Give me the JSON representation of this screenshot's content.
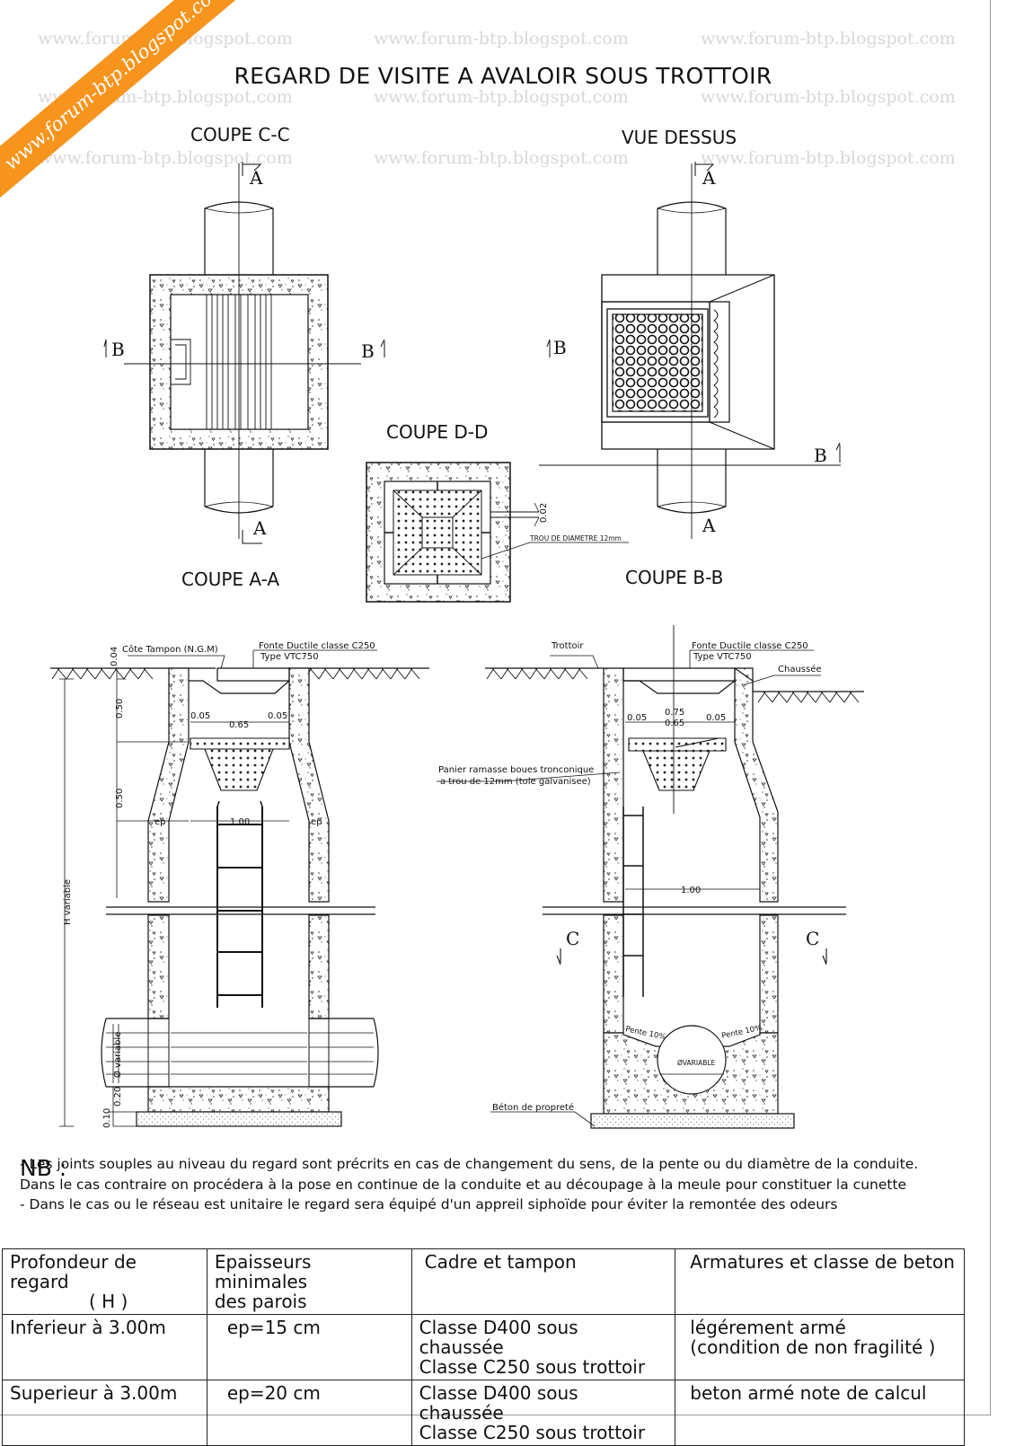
{
  "watermark": "www.forum-btp.blogspot.com",
  "corner_banner": "www.forum-btp.blogspot.com",
  "title": "REGARD DE VISITE A  AVALOIR SOUS TROTTOIR",
  "views": {
    "coupe_cc": "COUPE C-C",
    "vue_dessus": "VUE DESSUS",
    "coupe_dd": "COUPE D-D",
    "coupe_aa": "COUPE A-A",
    "coupe_bb": "COUPE B-B"
  },
  "section_markers": {
    "a": "A",
    "b": "B",
    "c": "C"
  },
  "dd_annotations": {
    "thickness": "0.02",
    "hole": "TROU DE DIAMETRE 12mm"
  },
  "aa_annotations": {
    "cote_tampon": "Côte Tampon (N.G.M)",
    "fonte": "Fonte Ductile classe C250",
    "type": "Type VTC750",
    "dim_004": "0.04",
    "dim_050": "0.50",
    "dim_005_left": "0.05",
    "dim_065": "0.65",
    "dim_005_right": "0.05",
    "dim_050b": "0.50",
    "ep_left": "ep",
    "dim_100": "1.00",
    "ep_right": "ep",
    "h_variable": "H variable",
    "d_variable": "Ø variable",
    "dim_020": "0.20",
    "dim_010": "0.10"
  },
  "bb_annotations": {
    "trottoir": "Trottoir",
    "fonte": "Fonte Ductile classe C250",
    "type": "Type VTC750",
    "chaussee": "Chaussée",
    "dim_075": "0.75",
    "dim_005_left": "0.05",
    "dim_065": "0.65",
    "dim_005_right": "0.05",
    "panier_1": "Panier ramasse boues tronconique",
    "panier_2": "a trou de 12mm (tole galvanisee)",
    "dim_100": "1.00",
    "pente_left": "Pente 10%",
    "pente_right": "Pente 10%",
    "ovariable": "ØVARIABLE",
    "beton": "Béton de propreté"
  },
  "nb": {
    "title": "NB :",
    "lines": [
      "- Les joints souples au niveau du regard sont précrits en cas de changement du sens, de la pente ou du diamètre de la conduite.",
      "   Dans le cas contraire on procédera à la pose en continue de la conduite et au découpage à la  meule pour constituer  la cunette",
      "- Dans le cas ou le réseau est unitaire le regard sera équipé d'un appreil siphoïde pour éviter la remontée des odeurs"
    ]
  },
  "table": {
    "headers": [
      "Profondeur de regard",
      "( H )",
      "Epaisseurs minimales",
      "des parois",
      "Cadre et tampon",
      "Armatures et classe de beton"
    ],
    "rows": [
      [
        "Inferieur à 3.00m",
        "ep=15 cm",
        "Classe D400 sous chaussée",
        "Classe C250 sous trottoir",
        "légérement armé",
        "(condition de non fragilité )"
      ],
      [
        "Superieur à 3.00m",
        "ep=20 cm",
        "Classe D400 sous chaussée",
        "Classe C250 sous trottoir",
        "beton armé note de calcul",
        ""
      ]
    ]
  }
}
